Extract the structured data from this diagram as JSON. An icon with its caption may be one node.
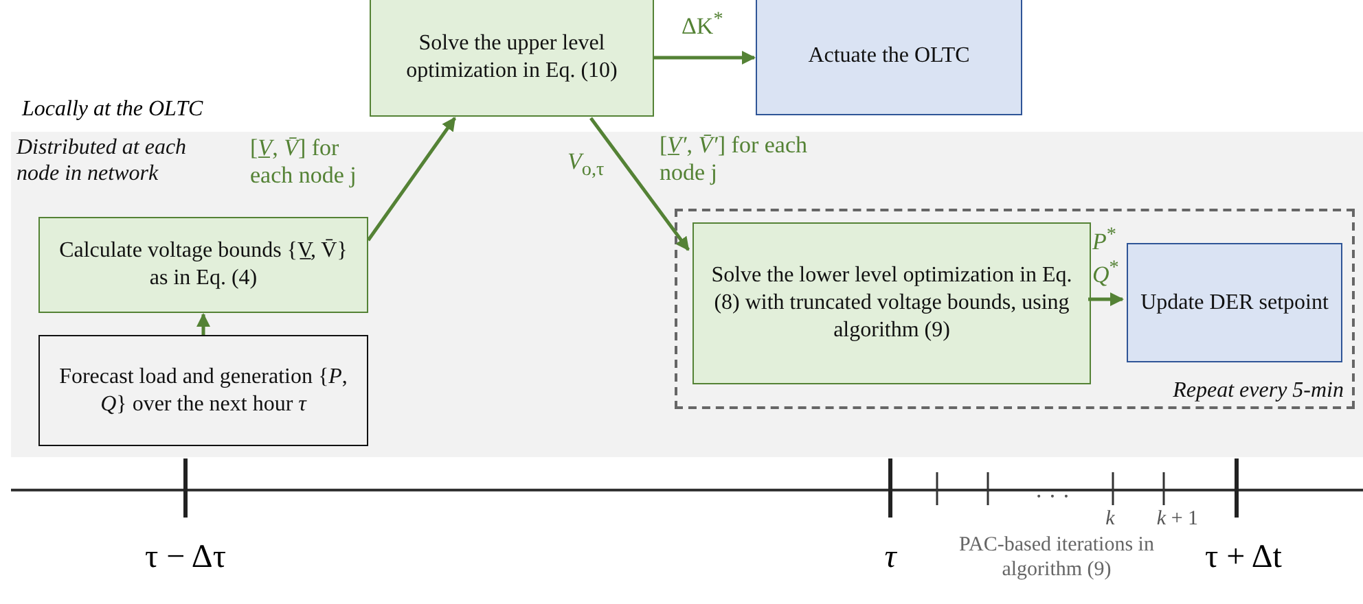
{
  "diagram": {
    "nodes": [
      {
        "text": [
          "Distributed at each node in network"
        ]
      },
      {
        "text": [
          "Solve the upper level optimization in Eq. (10)"
        ]
      },
      {
        "text": [
          "Actuate the OLTC"
        ]
      },
      {
        "text": [
          "Calculate voltage bounds {V̲, V̄} as in Eq. (4)"
        ],
        "in": 0
      },
      {
        "text": [
          "Forecast load and generation {*P*, *Q*} over the next hour *τ*"
        ],
        "in": 0
      },
      {
        "text": [
          "Repeat every 5-min"
        ],
        "in": 0
      },
      {
        "text": [
          "Solve the lower level optimization in Eq. (8) with truncated voltage bounds, using algorithm (9)"
        ],
        "in": 5
      },
      {
        "text": [
          "Update DER setpoint"
        ],
        "in": 5
      }
    ],
    "edges": [
      {
        "from": 4,
        "to": 3,
        "arrow": "to"
      },
      {
        "from": 3,
        "to": 1,
        "arrow": "to",
        "label": "[*V̲*, *V̄*] for each node j"
      },
      {
        "from": 1,
        "to": 2,
        "arrow": "to",
        "label": "ΔK$^{*}$"
      },
      {
        "from": 1,
        "to": 6,
        "arrow": "to",
        "label": "*V*$_{o,τ}$"
      },
      {
        "from": 6,
        "to": 7,
        "arrow": "to",
        "label": "*P*$^{*}$ *Q*$^{*}$"
      }
    ],
    "labels": [
      "Locally at the OLTC",
      "[*V̲′*, *V̄′*] for each node j",
      "· · ·",
      "*k*",
      "*k* + 1",
      "τ − Δτ",
      "*τ*",
      "PAC-based iterations in algorithm (9)",
      "τ + Δt"
    ]
  }
}
